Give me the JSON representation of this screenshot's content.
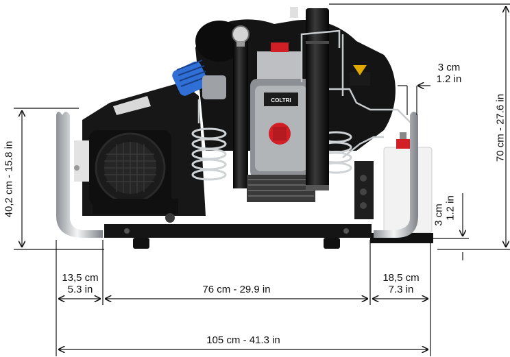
{
  "product": {
    "brand_label": "COLTRI"
  },
  "dimensions": {
    "total_height": "70 cm - 27.6 in",
    "frame_height": "40,2 cm - 15.8 in",
    "top_gap": {
      "cm": "3 cm",
      "in": "1.2 in"
    },
    "side_gap": {
      "cm": "3 cm",
      "in": "1.2 in"
    },
    "left_offset": {
      "cm": "13,5 cm",
      "in": "5.3 in"
    },
    "base_length": "76 cm - 29.9 in",
    "right_offset": {
      "cm": "18,5 cm",
      "in": "7.3 in"
    },
    "total_length": "105 cm - 41.3 in"
  },
  "colors": {
    "body": "#151515",
    "frame": "#c9ccd0",
    "blue_head": "#2f6fd6",
    "red_valve": "#d21f26",
    "bottle": "#f2f2f2",
    "line": "#111111"
  }
}
